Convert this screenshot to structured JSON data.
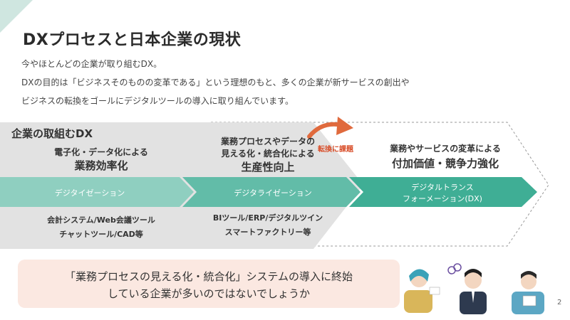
{
  "slide": {
    "title": "DXプロセスと日本企業の現状",
    "intro": [
      "今やほとんどの企業が取り組むDX。",
      "DXの目的は「ビジネスそのものの変革である」という理想のもと、多くの企業が新サービスの創出や",
      "ビジネスの転換をゴールにデジタルツールの導入に取り組んでいます。"
    ],
    "page_number": "2"
  },
  "diagram": {
    "heading": "企業の取組むDX",
    "issue_label": "転換に課題",
    "stages": [
      {
        "desc_line1": "電子化・データ化による",
        "desc_line2": "業務効率化",
        "arrow_label": "デジタイゼーション",
        "tools_line1": "会計システム/Web会議ツール",
        "tools_line2": "チャットツール/CAD等"
      },
      {
        "desc_line1": "業務プロセスやデータの",
        "desc_line2": "見える化・統合化による",
        "desc_line3": "生産性向上",
        "arrow_label": "デジタライゼーション",
        "tools_line1": "BIツール/ERP/デジタルツイン",
        "tools_line2": "スマートファクトリー等"
      },
      {
        "desc_line1": "業務やサービスの変革による",
        "desc_line2": "付加価値・競争力強化",
        "arrow_label_line1": "デジタルトランス",
        "arrow_label_line2": "フォーメーション(DX)"
      }
    ],
    "colors": {
      "arrow1": "#8fcfc0",
      "arrow2": "#62bca8",
      "arrow3": "#3fae95",
      "gray_block": "#e2e2e2",
      "curve_arrow": "#e06a3d",
      "callout_bg": "#fbe8e1"
    }
  },
  "callout": {
    "line1": "「業務プロセスの見える化・統合化」システムの導入に終始",
    "line2": "している企業が多いのではないでしょうか"
  },
  "illustrations": [
    "woman-with-glasses-icon",
    "confused-businessman-icon",
    "businessman-with-tablet-icon"
  ]
}
